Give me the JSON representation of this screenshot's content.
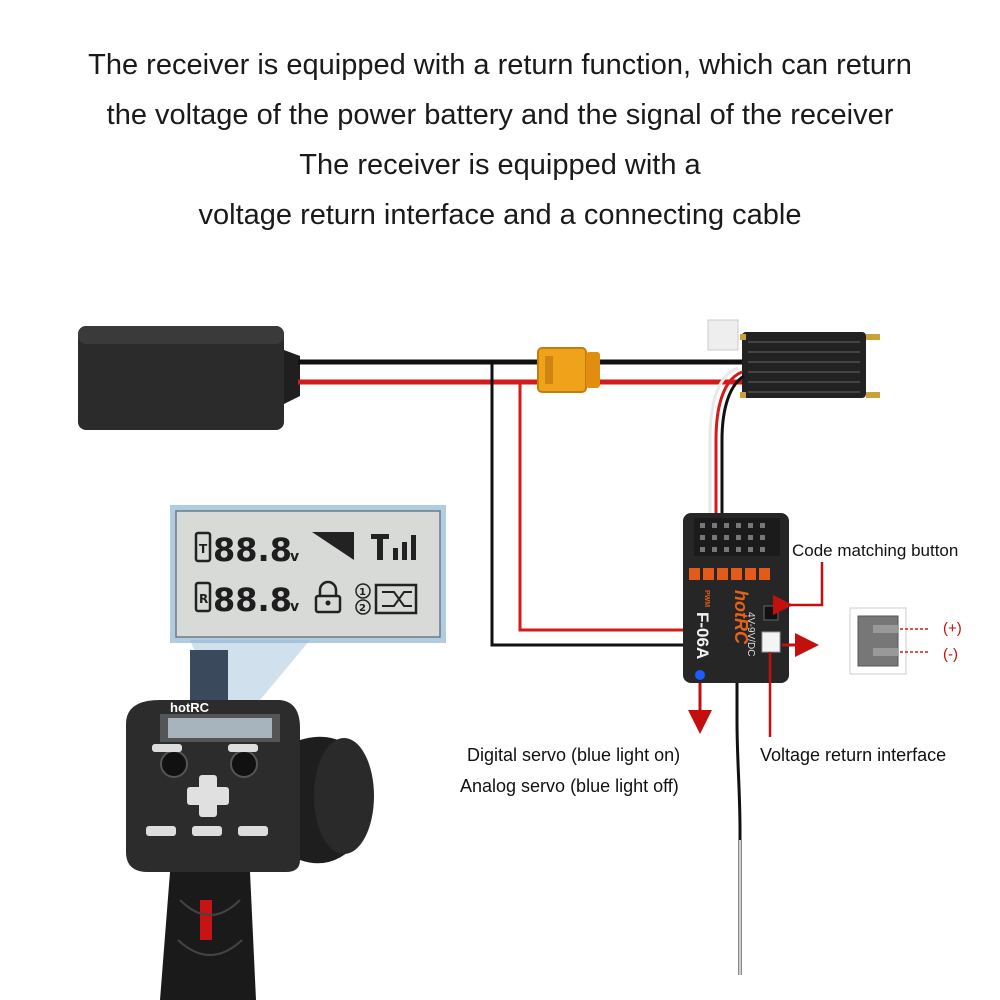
{
  "caption": {
    "line1": "The receiver is equipped with a return function, which can return",
    "line2": "the voltage of the power battery and the signal of the receiver",
    "line3": "The receiver is equipped with a",
    "line4": "voltage return interface and a connecting cable"
  },
  "labels": {
    "code_matching_button": "Code matching button",
    "voltage_return_interface": "Voltage return interface",
    "digital_servo": "Digital servo (blue light on)",
    "analog_servo": "Analog servo (blue light off)",
    "plus": "(+)",
    "minus": "(-)"
  },
  "lcd": {
    "tx_indicator": "T",
    "tx_voltage": "88.8",
    "rx_indicator": "R",
    "rx_voltage": "88.8",
    "unit": "v",
    "channel_1": "1",
    "channel_2": "2"
  },
  "receiver": {
    "brand": "hotRC",
    "model": "F-06A",
    "pwm_label": "PWM",
    "power_spec": "4V-9V/DC"
  },
  "transmitter": {
    "brand": "hotRC"
  },
  "colors": {
    "wire_red": "#d61a1a",
    "wire_black": "#111111",
    "arrow_red": "#c40f0f",
    "lcd_bg": "#d7dad6",
    "device_dark": "#2a2a2a"
  }
}
